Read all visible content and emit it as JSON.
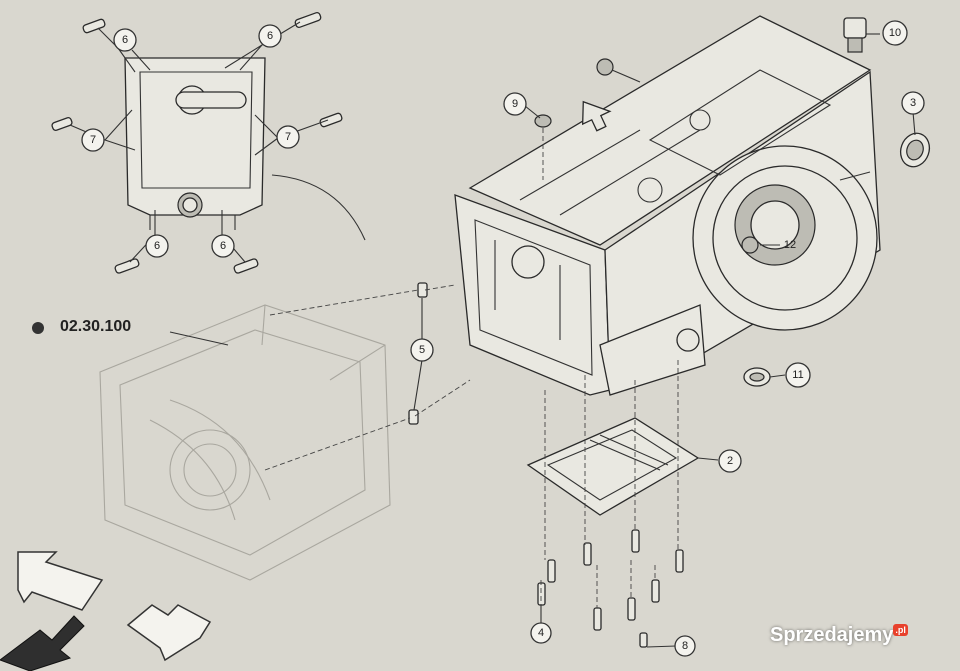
{
  "reference": {
    "code": "02.30.100"
  },
  "callouts": {
    "c2": "2",
    "c3": "3",
    "c4": "4",
    "c5": "5",
    "c6a": "6",
    "c6b": "6",
    "c6c": "6",
    "c6d": "6",
    "c7a": "7",
    "c7b": "7",
    "c8": "8",
    "c9": "9",
    "c10": "10",
    "c11": "11",
    "c12": "12"
  },
  "watermark": {
    "brand": "Sprzedajemy",
    "tld": ".pl"
  },
  "colors": {
    "paper": "#d9d7cf",
    "ink": "#2a2a2a",
    "ghost": "#a9a79f",
    "brand_red": "#e8412c"
  }
}
